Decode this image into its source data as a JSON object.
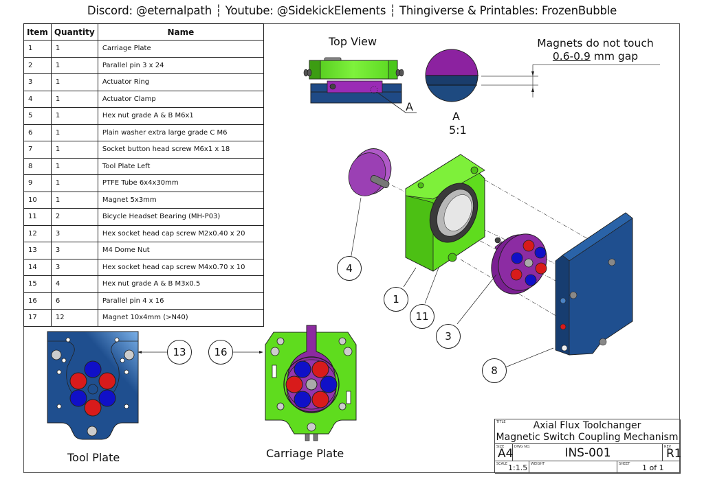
{
  "header": {
    "credits": "Discord: @eternalpath ┆ Youtube: @SidekickElements ┆ Thingiverse & Printables: FrozenBubble"
  },
  "bom": {
    "columns": [
      "Item",
      "Quantity",
      "Name"
    ],
    "rows": [
      {
        "item": "1",
        "qty": "1",
        "name": "Carriage Plate"
      },
      {
        "item": "2",
        "qty": "1",
        "name": "Parallel pin 3 x 24"
      },
      {
        "item": "3",
        "qty": "1",
        "name": "Actuator Ring"
      },
      {
        "item": "4",
        "qty": "1",
        "name": "Actuator Clamp"
      },
      {
        "item": "5",
        "qty": "1",
        "name": "Hex nut grade A & B M6x1"
      },
      {
        "item": "6",
        "qty": "1",
        "name": "Plain washer extra large grade C M6"
      },
      {
        "item": "7",
        "qty": "1",
        "name": "Socket button head screw M6x1 x 18"
      },
      {
        "item": "8",
        "qty": "1",
        "name": "Tool Plate Left"
      },
      {
        "item": "9",
        "qty": "1",
        "name": "PTFE Tube 6x4x30mm"
      },
      {
        "item": "10",
        "qty": "1",
        "name": "Magnet 5x3mm"
      },
      {
        "item": "11",
        "qty": "2",
        "name": "Bicycle Headset Bearing (MH-P03)"
      },
      {
        "item": "12",
        "qty": "3",
        "name": "Hex socket head cap screw M2x0.40 x 20"
      },
      {
        "item": "13",
        "qty": "3",
        "name": "M4 Dome Nut"
      },
      {
        "item": "14",
        "qty": "3",
        "name": "Hex socket head cap screw M4x0.70 x 10"
      },
      {
        "item": "15",
        "qty": "4",
        "name": "Hex nut grade A & B M3x0.5"
      },
      {
        "item": "16",
        "qty": "6",
        "name": "Parallel pin 4 x 16"
      },
      {
        "item": "17",
        "qty": "12",
        "name": "Magnet 10x4mm (>N40)"
      }
    ]
  },
  "views": {
    "top_view_label": "Top View",
    "section_marker": "A",
    "detail_label": "A",
    "detail_scale": "5:1",
    "note_line1": "Magnets do not touch",
    "note_gap_value": "0.6-0.9",
    "note_gap_unit": " mm gap",
    "tool_plate_label": "Tool Plate",
    "carriage_plate_label": "Carriage Plate"
  },
  "balloons": {
    "b4": "4",
    "b1": "1",
    "b11": "11",
    "b3": "3",
    "b8": "8",
    "b13": "13",
    "b16": "16"
  },
  "colors": {
    "carriage_green": "#5fdc1e",
    "actuator_purple": "#8a2aa0",
    "tool_blue": "#1f4f8f",
    "magnet_red": "#d81b1b",
    "magnet_blue": "#1010c8"
  },
  "title_block": {
    "title_caption": "TITLE",
    "title_line1": "Axial Flux Toolchanger",
    "title_line2": "Magnetic Switch Coupling Mechanism",
    "size_caption": "SIZE",
    "size": "A4",
    "dwg_caption": "DWG NO.",
    "dwg_no": "INS-001",
    "rev_caption": "REV",
    "rev": "R1",
    "scale_caption": "SCALE",
    "scale": "1:1.5",
    "weight_caption": "WEIGHT",
    "weight": "",
    "sheet_caption": "SHEET",
    "sheet": "1 of 1"
  }
}
